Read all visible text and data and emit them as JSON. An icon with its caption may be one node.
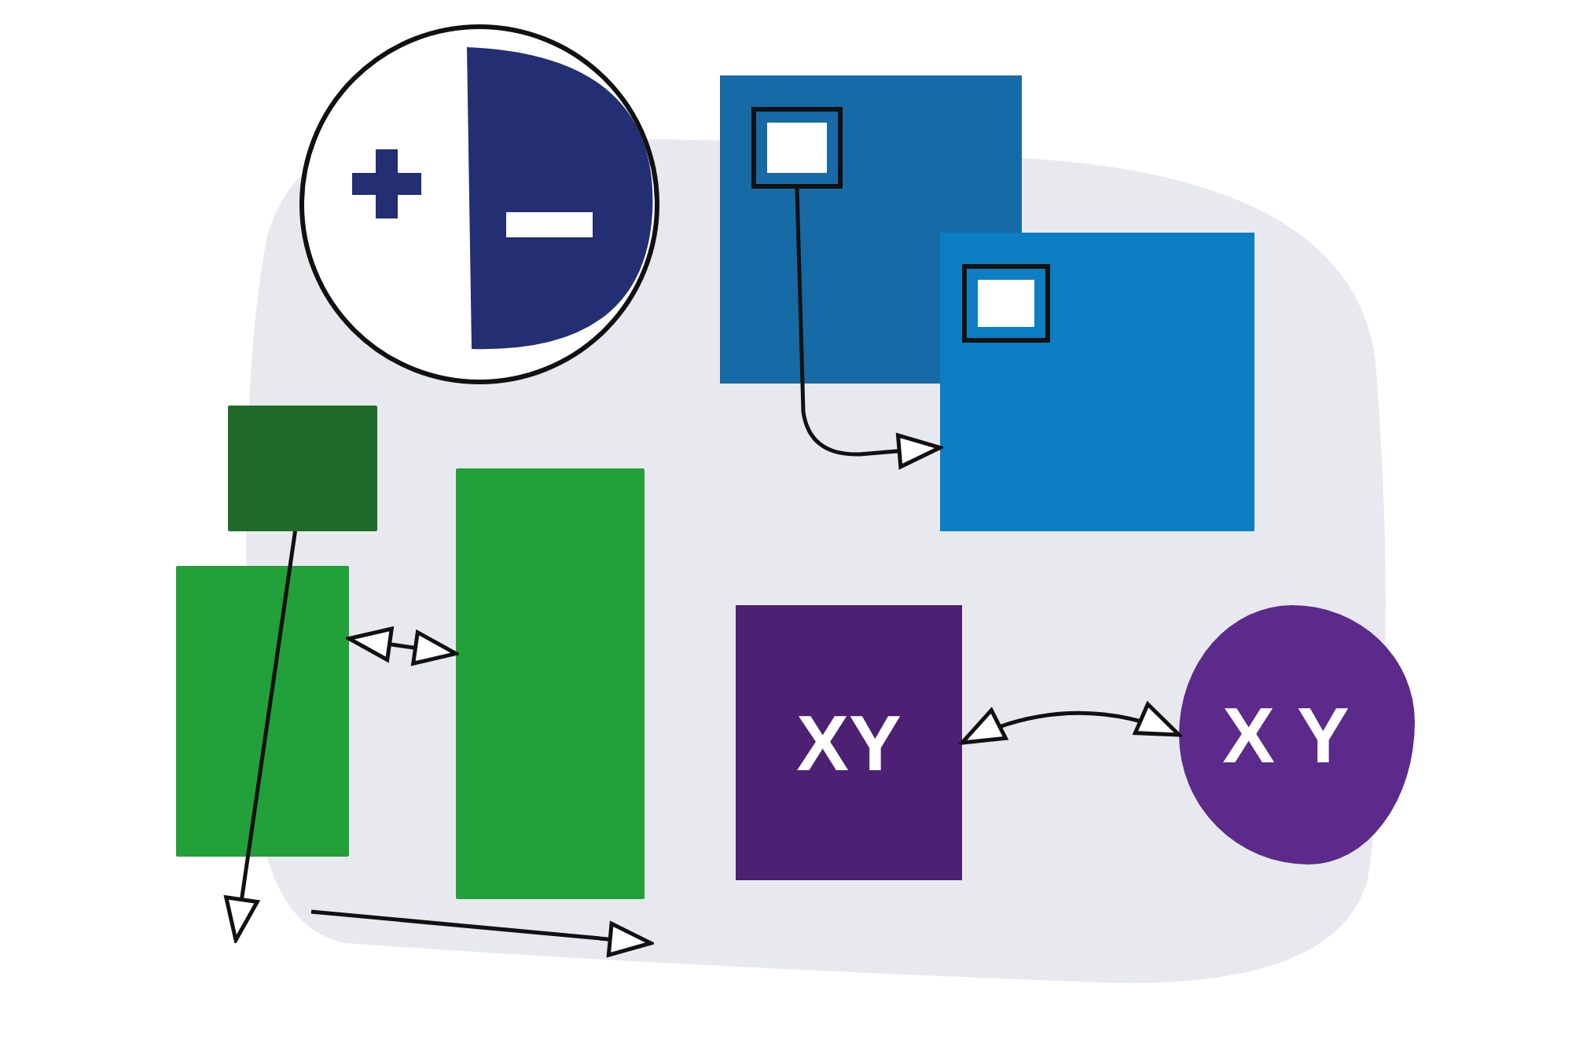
{
  "diagram": {
    "nodes": [
      {
        "text": [],
        "shape": "box"
      },
      {
        "text": [],
        "shape": "box",
        "in": 0
      },
      {
        "text": [],
        "shape": "box"
      },
      {
        "text": [],
        "shape": "box",
        "in": 2
      },
      {
        "text": [],
        "shape": "bar"
      },
      {
        "text": [],
        "shape": "bar"
      },
      {
        "text": [],
        "shape": "bar"
      },
      {
        "text": [
          "XY"
        ]
      },
      {
        "text": [
          "XY"
        ]
      }
    ],
    "edges": [
      {
        "from": 1,
        "to": 2,
        "arrow": "to"
      },
      {
        "from": 4,
        "to": null,
        "arrow": "to"
      },
      {
        "from": 5,
        "to": 6,
        "arrow": "both"
      },
      {
        "from": 7,
        "to": 8,
        "arrow": "both"
      }
    ]
  }
}
